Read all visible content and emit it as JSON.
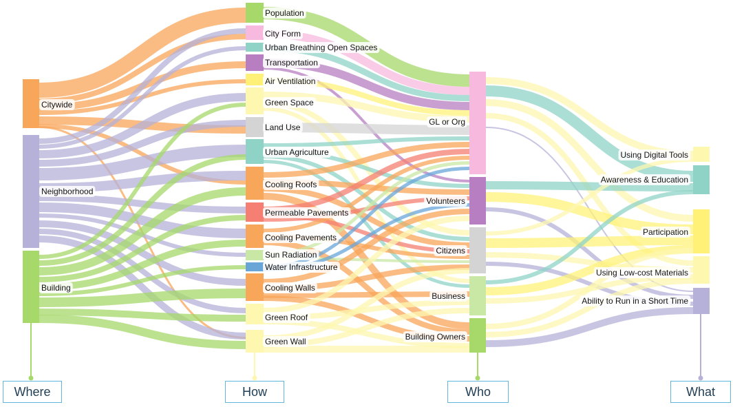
{
  "stages": [
    "Where",
    "How",
    "Who",
    "What"
  ],
  "colors": {
    "orange": "#f8a65a",
    "lavender": "#b6b1d8",
    "green": "#a6d86a",
    "lightgreen": "#c9e8a6",
    "pink": "#f7b9de",
    "teal": "#8fd3c7",
    "purple": "#b77fc2",
    "yellow": "#fff178",
    "paleyellow": "#fdf7b0",
    "gray": "#d4d4d4",
    "salmon": "#f47f72",
    "blue": "#6aa5d8",
    "stage_line_where": "#a6d86a",
    "stage_line_how": "#fdf7b0",
    "stage_line_who": "#a6d86a",
    "stage_line_what": "#b6b1d8",
    "stage_border": "#62b6dc"
  },
  "nodes": {
    "where": [
      {
        "id": "citywide",
        "label": "Citywide",
        "color": "orange"
      },
      {
        "id": "neighborhood",
        "label": "Neighborhood",
        "color": "lavender"
      },
      {
        "id": "building",
        "label": "Building",
        "color": "green"
      }
    ],
    "how": [
      {
        "id": "population",
        "label": "Population",
        "color": "green"
      },
      {
        "id": "cityform",
        "label": "City Form",
        "color": "pink"
      },
      {
        "id": "breathing",
        "label": "Urban Breathing Open Spaces",
        "color": "teal"
      },
      {
        "id": "transportation",
        "label": "Transportation",
        "color": "purple"
      },
      {
        "id": "airvent",
        "label": "Air Ventilation",
        "color": "yellow"
      },
      {
        "id": "greenspace",
        "label": "Green Space",
        "color": "paleyellow"
      },
      {
        "id": "landuse",
        "label": "Land Use",
        "color": "gray"
      },
      {
        "id": "urbanag",
        "label": "Urban Agriculture",
        "color": "teal"
      },
      {
        "id": "coolroofs",
        "label": "Cooling Roofs",
        "color": "orange"
      },
      {
        "id": "permeable",
        "label": "Permeable Pavements",
        "color": "salmon"
      },
      {
        "id": "coolpave",
        "label": "Cooling Pavements",
        "color": "orange"
      },
      {
        "id": "sunrad",
        "label": "Sun Radiation",
        "color": "lightgreen"
      },
      {
        "id": "water",
        "label": "Water Infrastructure",
        "color": "blue"
      },
      {
        "id": "coolwalls",
        "label": "Cooling Walls",
        "color": "orange"
      },
      {
        "id": "greenroof",
        "label": "Green Roof",
        "color": "paleyellow"
      },
      {
        "id": "greenwall",
        "label": "Green Wall",
        "color": "paleyellow"
      }
    ],
    "who": [
      {
        "id": "gl",
        "label": "GL or Org",
        "color": "pink"
      },
      {
        "id": "volunteers",
        "label": "Volunteers",
        "color": "purple"
      },
      {
        "id": "citizens",
        "label": "Citizens",
        "color": "gray"
      },
      {
        "id": "business",
        "label": "Business",
        "color": "lightgreen"
      },
      {
        "id": "owners",
        "label": "Building Owners",
        "color": "green"
      }
    ],
    "what": [
      {
        "id": "digital",
        "label": "Using Digital Tools",
        "color": "paleyellow"
      },
      {
        "id": "awareness",
        "label": "Awareness & Education",
        "color": "teal"
      },
      {
        "id": "participation",
        "label": "Participation",
        "color": "yellow"
      },
      {
        "id": "lowcost",
        "label": "Using Low-cost Materials",
        "color": "paleyellow"
      },
      {
        "id": "shorttime",
        "label": "Ability to Run in a Short Time",
        "color": "lavender"
      }
    ]
  }
}
